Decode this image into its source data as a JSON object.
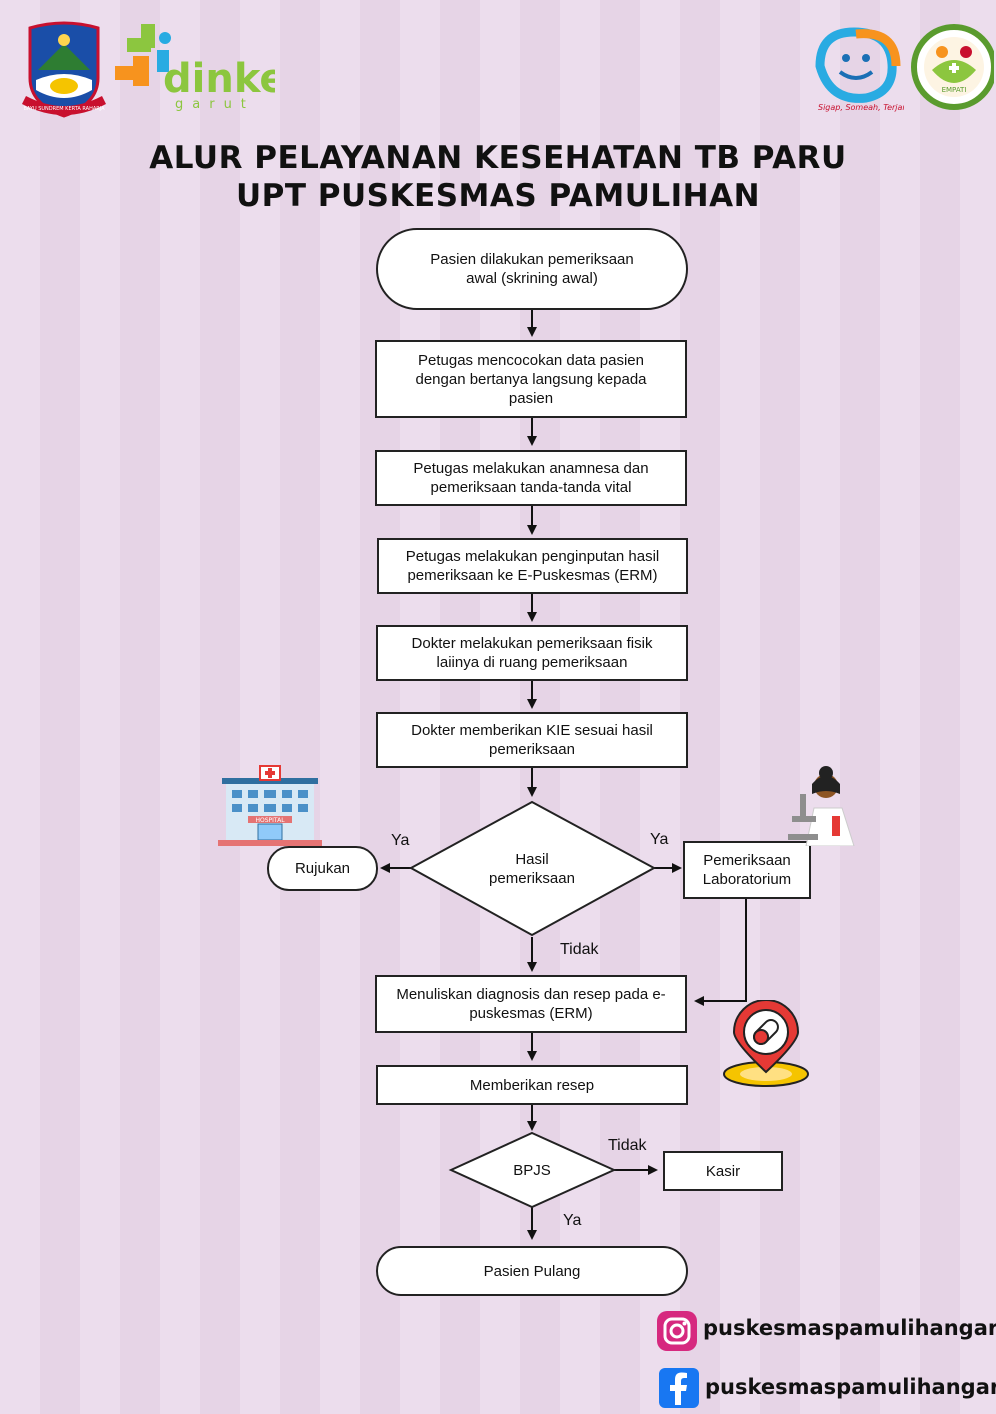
{
  "header": {
    "title_line1": "ALUR PELAYANAN KESEHATAN TB PARU",
    "title_line2": "UPT PUSKESMAS PAMULIHAN",
    "logo_left_text": "BAYU SUNDREM KERTA RAHARJA",
    "dinkes_text": "dinkes",
    "dinkes_sub": "garut",
    "logo_right1_text": "Sigap, Someah, Terjangkau",
    "logo_right2_text": "EMPATI"
  },
  "flow": {
    "step_start": "Pasien dilakukan pemeriksaan awal (skrining awal)",
    "step_match": "Petugas mencocokan data pasien dengan bertanya langsung kepada pasien",
    "step_anamnesa": "Petugas melakukan anamnesa dan pemeriksaan tanda-tanda vital",
    "step_input": "Petugas melakukan penginputan hasil pemeriksaan ke E-Puskesmas (ERM)",
    "step_fisik": "Dokter melakukan pemeriksaan fisik laiinya di ruang pemeriksaan",
    "step_kie": "Dokter memberikan KIE sesuai hasil pemeriksaan",
    "decision_hasil": "Hasil pemeriksaan",
    "rujukan": "Rujukan",
    "lab": "Pemeriksaan Laboratorium",
    "step_diagnosis": "Menuliskan diagnosis dan resep pada e-puskesmas (ERM)",
    "step_resep": "Memberikan resep",
    "decision_bpjs": "BPJS",
    "kasir": "Kasir",
    "step_end": "Pasien Pulang",
    "label_ya_left": "Ya",
    "label_ya_right": "Ya",
    "label_tidak_down": "Tidak",
    "label_tidak_bpjs": "Tidak",
    "label_ya_bpjs": "Ya",
    "hospital_sign": "HOSPITAL"
  },
  "social": {
    "instagram": "puskesmaspamulihangarut",
    "facebook": "puskesmaspamulihangarut"
  },
  "icons": [
    "hospital-icon",
    "doctor-microscope-icon",
    "pill-location-icon",
    "instagram-icon",
    "facebook-icon"
  ],
  "colors": {
    "background": "#ecdded",
    "instagram": "#d6297f",
    "facebook": "#1877f2",
    "dinkes_green": "#8cc63f",
    "dinkes_orange": "#f7931e"
  }
}
